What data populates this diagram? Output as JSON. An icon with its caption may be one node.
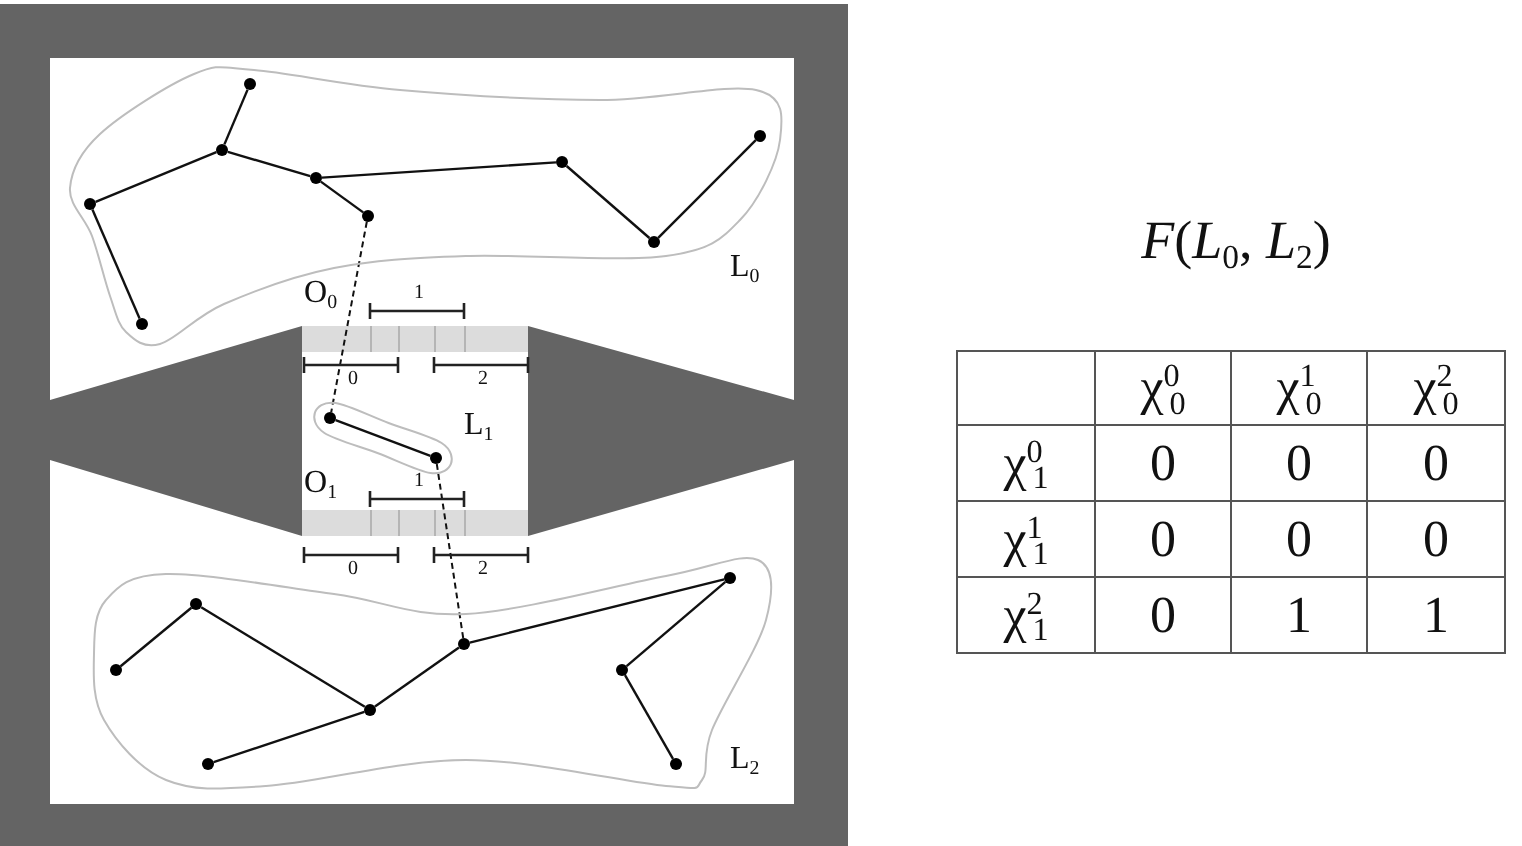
{
  "diagram": {
    "nodes": [
      {
        "text": [
          "L$_{0}$"
        ]
      },
      {
        "text": [],
        "shape": "circle",
        "in": 0
      },
      {
        "text": [],
        "shape": "circle",
        "in": 0
      },
      {
        "text": [],
        "shape": "circle",
        "in": 0
      },
      {
        "text": [],
        "shape": "circle",
        "in": 0
      },
      {
        "text": [],
        "shape": "circle",
        "in": 0
      },
      {
        "text": [],
        "shape": "circle",
        "in": 0
      },
      {
        "text": [],
        "shape": "circle",
        "in": 0
      },
      {
        "text": [],
        "shape": "circle",
        "in": 0
      },
      {
        "text": [],
        "shape": "circle",
        "in": 0
      },
      {
        "text": [
          "O$_{0}$"
        ]
      },
      {
        "text": [
          "L$_{1}$"
        ]
      },
      {
        "text": [],
        "shape": "circle",
        "in": 11
      },
      {
        "text": [],
        "shape": "circle",
        "in": 11
      },
      {
        "text": [
          "O$_{1}$"
        ]
      },
      {
        "text": [
          "L$_{2}$"
        ]
      },
      {
        "text": [],
        "shape": "circle",
        "in": 15
      },
      {
        "text": [],
        "shape": "circle",
        "in": 15
      },
      {
        "text": [],
        "shape": "circle",
        "in": 15
      },
      {
        "text": [],
        "shape": "circle",
        "in": 15
      },
      {
        "text": [],
        "shape": "circle",
        "in": 15
      },
      {
        "text": [],
        "shape": "circle",
        "in": 15
      },
      {
        "text": [],
        "shape": "circle",
        "in": 15
      },
      {
        "text": [],
        "shape": "circle",
        "in": 15
      }
    ],
    "edges": [
      {
        "from": 4,
        "to": 3,
        "arrow": "none"
      },
      {
        "from": 3,
        "to": 1,
        "arrow": "none"
      },
      {
        "from": 1,
        "to": 2,
        "arrow": "none"
      },
      {
        "from": 3,
        "to": 5,
        "arrow": "none"
      },
      {
        "from": 5,
        "to": 6,
        "arrow": "none"
      },
      {
        "from": 5,
        "to": 7,
        "arrow": "none"
      },
      {
        "from": 7,
        "to": 8,
        "arrow": "none"
      },
      {
        "from": 8,
        "to": 9,
        "arrow": "none"
      },
      {
        "from": 6,
        "to": 12,
        "arrow": "none",
        "style": "dashed"
      },
      {
        "from": 12,
        "to": 13,
        "arrow": "none"
      },
      {
        "from": 13,
        "to": 20,
        "arrow": "none",
        "style": "dashed"
      },
      {
        "from": 16,
        "to": 17,
        "arrow": "none"
      },
      {
        "from": 17,
        "to": 19,
        "arrow": "none"
      },
      {
        "from": 19,
        "to": 18,
        "arrow": "none"
      },
      {
        "from": 19,
        "to": 20,
        "arrow": "none"
      },
      {
        "from": 20,
        "to": 23,
        "arrow": "none"
      },
      {
        "from": 23,
        "to": 21,
        "arrow": "none"
      },
      {
        "from": 21,
        "to": 22,
        "arrow": "none"
      }
    ],
    "labels": [
      "1",
      "0",
      "2",
      "1",
      "0",
      "2",
      "*F*(*L*$_{0}$, *L*$_{2}$)",
      "χ$^{0}$$_{0}$",
      "χ$^{1}$$_{0}$",
      "χ$^{2}$$_{0}$",
      "χ$^{0}$$_{1}$",
      "0",
      "0",
      "0",
      "χ$^{1}$$_{1}$",
      "0",
      "0",
      "0",
      "χ$^{2}$$_{1}$",
      "0",
      "1",
      "1"
    ]
  }
}
